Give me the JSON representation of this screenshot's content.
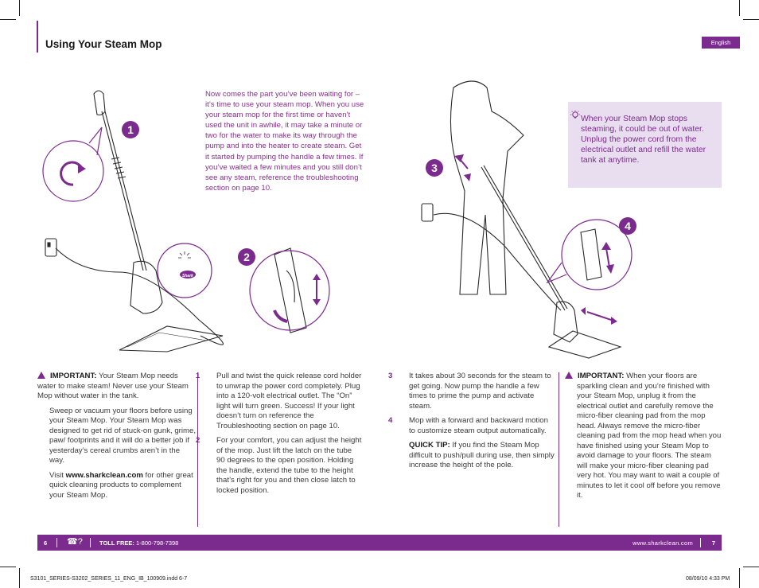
{
  "header": {
    "title": "Using Your Steam Mop",
    "language_tab": "English"
  },
  "intro": "Now comes the part you’ve been waiting for – it’s time to use your steam mop. When you use your steam mop for the first time or haven’t used the unit in awhile, it may take a minute or two for the water to make its way through the pump and into the heater to create steam. Get it started by pumping the handle a few times. If you’ve waited a few minutes and you still don’t see any steam, reference the troubleshooting section on page 10.",
  "tip_box": "When your Steam Mop stops steaming, it could be out of water. Unplug the power cord from the electrical outlet and refill the water tank at anytime.",
  "step_badges": [
    "1",
    "2",
    "3",
    "4"
  ],
  "mop_brand": "Shark",
  "columns": {
    "col1": {
      "important_label": "IMPORTANT:",
      "important_text": " Your Steam Mop needs water to make steam! Never use your Steam Mop without water in the tank.",
      "para2": "Sweep or vacuum your floors before using your Steam Mop. Your Steam Mop was designed to get rid of stuck-on gunk, grime, paw/ footprints and it will do a better job if yesterday’s cereal crumbs aren’t in the way.",
      "para3_prefix": "Visit ",
      "para3_link": "www.sharkclean.com",
      "para3_suffix": " for other great quick cleaning products to complement your Steam Mop."
    },
    "col2": {
      "step1_num": "1",
      "step1_text": "Pull and twist the quick release cord holder to unwrap the power cord completely. Plug into a 120-volt electrical outlet. The “On” light will turn green. Success! If your light doesn’t turn on reference the Troubleshooting section on page 10.",
      "step2_num": "2",
      "step2_text": "For your comfort, you can adjust the height of the mop. Just lift the latch on the tube 90 degrees to the open position. Holding the handle, extend the tube to the height that’s right for you and then close latch to locked position."
    },
    "col3": {
      "step3_num": "3",
      "step3_text": "It takes about 30 seconds for the steam to get going. Now pump the handle a few times to prime the pump and activate steam.",
      "step4_num": "4",
      "step4_text": "Mop with a forward and backward motion to customize steam output automatically.",
      "quick_tip_label": "QUICK TIP:",
      "quick_tip_text": " If you find the Steam Mop difficult to push/pull during use, then simply increase the height of the pole."
    },
    "col4": {
      "important_label": "IMPORTANT:",
      "important_text": " When your floors are sparkling clean and you’re finished with your Steam Mop, unplug it from the electrical outlet and carefully remove the micro-fiber cleaning pad from the mop head. Always remove the micro-fiber cleaning pad from the mop head when you have finished using your Steam Mop to avoid damage to your floors. The steam will make your micro-fiber cleaning pad very hot. You may want to wait a couple of minutes to let it cool off before you remove it."
    }
  },
  "footer": {
    "page_left": "6",
    "phone_icon": "telephone-icon",
    "phone_symbol": "☎?",
    "toll_label": "TOLL FREE:",
    "toll_number": " 1-800-798-7398",
    "url": "www.sharkclean.com",
    "page_right": "7"
  },
  "slug": {
    "left": "S3101_SERIES-S3202_SERIES_11_ENG_IB_100909.indd   6-7",
    "right": "08/09/10   4:33 PM"
  },
  "colors": {
    "accent": "#7b2a8d",
    "tip_bg": "#e9def0"
  }
}
